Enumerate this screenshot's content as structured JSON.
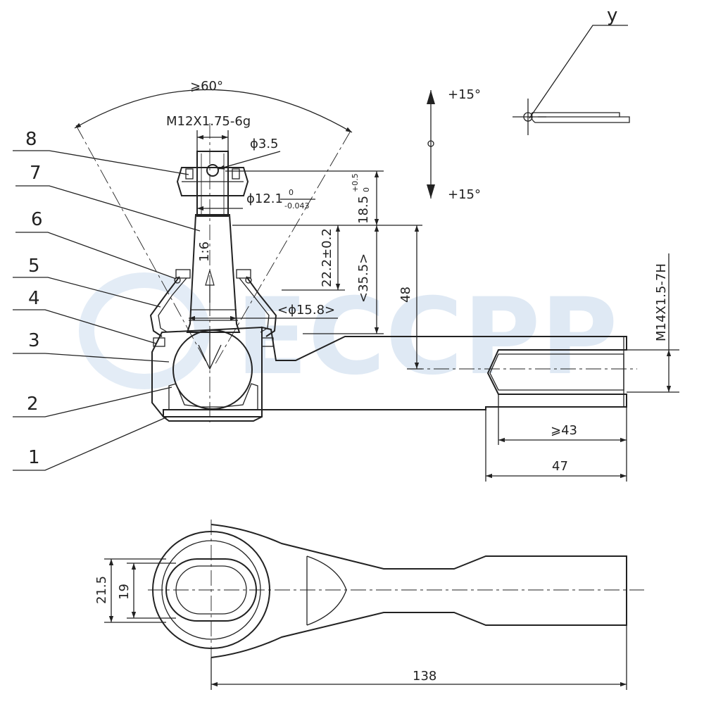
{
  "watermark": "ECCPP",
  "callouts": [
    "1",
    "2",
    "3",
    "4",
    "5",
    "6",
    "7",
    "8"
  ],
  "view_label": "y",
  "dimensions": {
    "angle": "⩾60°",
    "thread_stud": "M12X1.75-6g",
    "hole": "ϕ3.5",
    "taper_dia": "ϕ12.1",
    "taper_tol_upper": "0",
    "taper_tol_lower": "-0.043",
    "taper_ratio": "1:6",
    "height_nut": "18.5",
    "height_nut_tol_upper": "+0.5",
    "height_nut_tol_lower": "0",
    "height_taper": "22.2±0.2",
    "height_ref": "<35.5>",
    "neck_dia": "<ϕ15.8>",
    "height_total": "48",
    "thread_internal": "M14X1.5-7H",
    "thread_depth": "⩾43",
    "bore_depth": "47",
    "swing_up": "+15°",
    "swing_down": "+15°",
    "eye_outer": "21.5",
    "eye_inner": "19",
    "length_total": "138"
  }
}
